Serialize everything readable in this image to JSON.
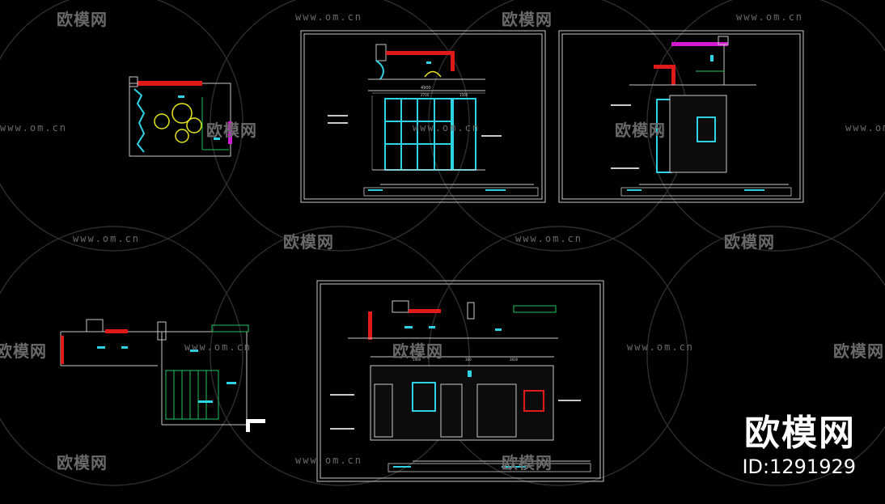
{
  "watermark": {
    "brand": "欧模网",
    "url": "www.om.cn"
  },
  "brand_mark": {
    "title": "欧模网",
    "id_text": "ID:1291929"
  },
  "drawing": {
    "view1": {
      "dim_top": "4900",
      "dim_left": "2700",
      "dim_right": "1500"
    },
    "view3": {
      "dim_a": "1900",
      "dim_b": "300",
      "dim_c": "3600"
    }
  },
  "colors": {
    "background": "#000000",
    "frame": "#c8c8c8",
    "cyan": "#2fd3e6",
    "red": "#e01a1a",
    "yellow": "#e6e61a",
    "green": "#22c55e",
    "magenta": "#d11ad1",
    "white": "#ffffff",
    "watermark": "#6a6a6a"
  }
}
